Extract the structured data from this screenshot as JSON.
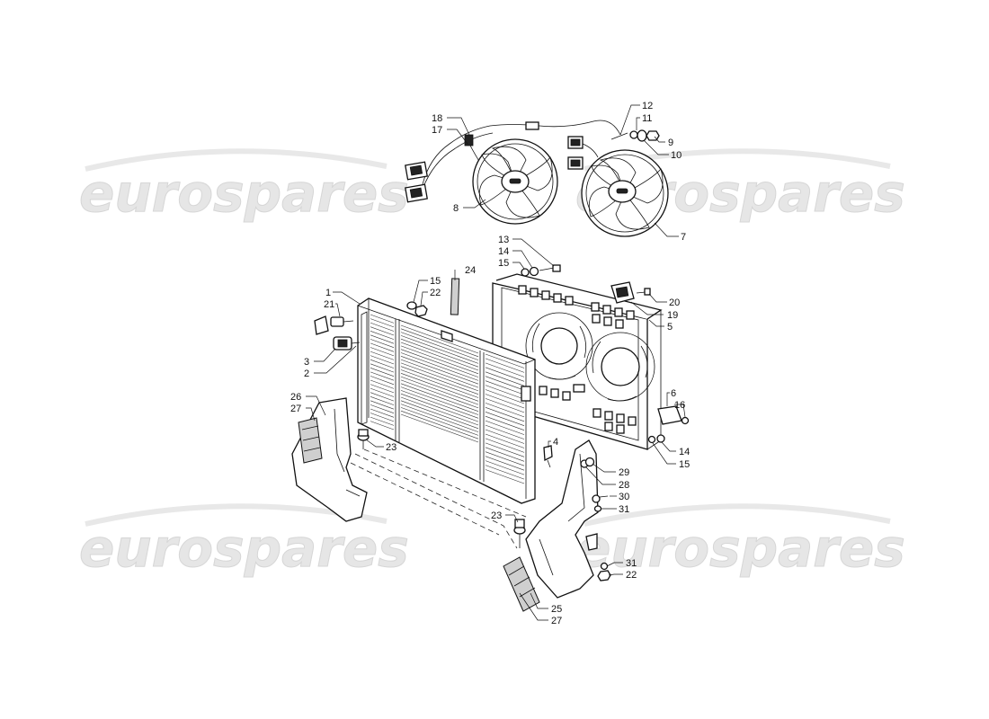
{
  "watermark": {
    "text": "eurospares",
    "color": "#e4e4e4"
  },
  "diagram": {
    "line_color": "#111111",
    "background": "#ffffff",
    "parts": [
      {
        "number": "1",
        "name": "radiator"
      },
      {
        "number": "2",
        "name": "temperature-switch"
      },
      {
        "number": "3",
        "name": "washer"
      },
      {
        "number": "4",
        "name": "screw"
      },
      {
        "number": "5",
        "name": "fan-shroud"
      },
      {
        "number": "6",
        "name": "bracket"
      },
      {
        "number": "7",
        "name": "right-electric-fan"
      },
      {
        "number": "8",
        "name": "left-electric-fan"
      },
      {
        "number": "9",
        "name": "nut"
      },
      {
        "number": "10",
        "name": "washer"
      },
      {
        "number": "11",
        "name": "spacer"
      },
      {
        "number": "12",
        "name": "stud"
      },
      {
        "number": "13",
        "name": "bolt"
      },
      {
        "number": "14",
        "name": "washer"
      },
      {
        "number": "15",
        "name": "washer"
      },
      {
        "number": "16",
        "name": "screw"
      },
      {
        "number": "17",
        "name": "wiring-harness"
      },
      {
        "number": "18",
        "name": "clip"
      },
      {
        "number": "19",
        "name": "relay-bracket"
      },
      {
        "number": "20",
        "name": "screw"
      },
      {
        "number": "21",
        "name": "sensor"
      },
      {
        "number": "22",
        "name": "nut"
      },
      {
        "number": "23",
        "name": "rubber-mount"
      },
      {
        "number": "24",
        "name": "seal-strip"
      },
      {
        "number": "25",
        "name": "right-air-deflector"
      },
      {
        "number": "26",
        "name": "left-air-deflector"
      },
      {
        "number": "27",
        "name": "foam-pad"
      },
      {
        "number": "28",
        "name": "washer"
      },
      {
        "number": "29",
        "name": "nut"
      },
      {
        "number": "30",
        "name": "bolt"
      },
      {
        "number": "31",
        "name": "washer"
      }
    ],
    "labels": [
      {
        "id": "l18",
        "text": "18"
      },
      {
        "id": "l17",
        "text": "17"
      },
      {
        "id": "l12",
        "text": "12"
      },
      {
        "id": "l11",
        "text": "11"
      },
      {
        "id": "l9",
        "text": "9"
      },
      {
        "id": "l10",
        "text": "10"
      },
      {
        "id": "l8",
        "text": "8"
      },
      {
        "id": "l7",
        "text": "7"
      },
      {
        "id": "l13",
        "text": "13"
      },
      {
        "id": "l14a",
        "text": "14"
      },
      {
        "id": "l15a",
        "text": "15"
      },
      {
        "id": "l24",
        "text": "24"
      },
      {
        "id": "l15b",
        "text": "15"
      },
      {
        "id": "l22a",
        "text": "22"
      },
      {
        "id": "l1",
        "text": "1"
      },
      {
        "id": "l21",
        "text": "21"
      },
      {
        "id": "l20",
        "text": "20"
      },
      {
        "id": "l19",
        "text": "19"
      },
      {
        "id": "l5",
        "text": "5"
      },
      {
        "id": "l3",
        "text": "3"
      },
      {
        "id": "l2",
        "text": "2"
      },
      {
        "id": "l6",
        "text": "6"
      },
      {
        "id": "l16",
        "text": "16"
      },
      {
        "id": "l26",
        "text": "26"
      },
      {
        "id": "l27a",
        "text": "27"
      },
      {
        "id": "l23a",
        "text": "23"
      },
      {
        "id": "l4",
        "text": "4"
      },
      {
        "id": "l14b",
        "text": "14"
      },
      {
        "id": "l15c",
        "text": "15"
      },
      {
        "id": "l29",
        "text": "29"
      },
      {
        "id": "l28",
        "text": "28"
      },
      {
        "id": "l30",
        "text": "30"
      },
      {
        "id": "l31a",
        "text": "31"
      },
      {
        "id": "l23b",
        "text": "23"
      },
      {
        "id": "l31b",
        "text": "31"
      },
      {
        "id": "l22b",
        "text": "22"
      },
      {
        "id": "l25",
        "text": "25"
      },
      {
        "id": "l27b",
        "text": "27"
      }
    ]
  }
}
